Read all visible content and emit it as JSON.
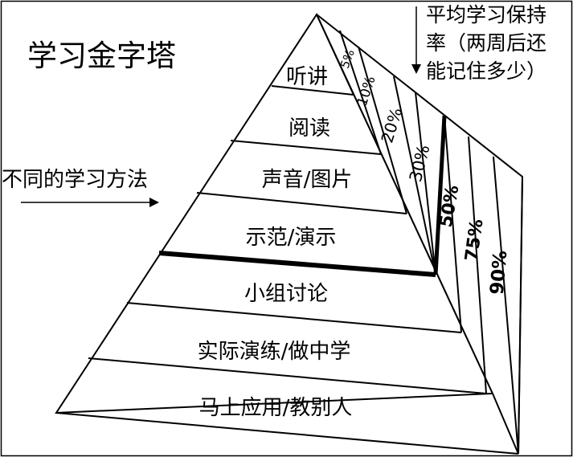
{
  "diagram": {
    "title": "学习金字塔",
    "methods_label": "不同的学习方法",
    "retention_label": [
      "平均学习保持",
      "率（两周后还",
      "能记住多少）"
    ],
    "layers": [
      "听讲",
      "阅读",
      "声音/图片",
      "示范/演示",
      "小组讨论",
      "实际演练/做中学",
      "马上应用/教别人"
    ],
    "retention": [
      "5%",
      "10%",
      "20%",
      "30%",
      "50%",
      "75%",
      "90%"
    ]
  }
}
